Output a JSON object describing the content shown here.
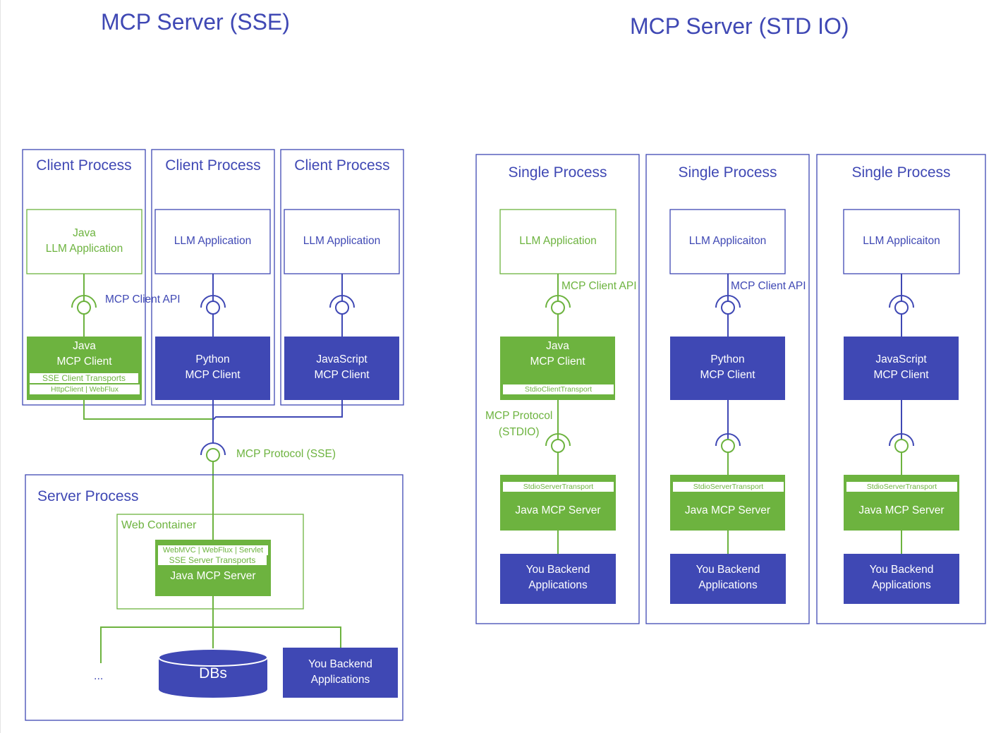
{
  "titles": {
    "sse": "MCP Server (SSE)",
    "stdio": "MCP Server (STD IO)"
  },
  "sse": {
    "client_process_label": "Client Process",
    "clients": [
      {
        "app": [
          "Java",
          "LLM Application"
        ],
        "client": [
          "Java",
          "MCP Client"
        ],
        "transport": "SSE Client Transports",
        "transport_impl": "HttpClient | WebFlux"
      },
      {
        "app": [
          "LLM Application"
        ],
        "client": [
          "Python",
          "MCP Client"
        ]
      },
      {
        "app": [
          "LLM Application"
        ],
        "client": [
          "JavaScript",
          "MCP Client"
        ]
      }
    ],
    "client_api_label": "MCP Client API",
    "protocol_label": "MCP Protocol (SSE)",
    "server_process_label": "Server Process",
    "web_container_label": "Web Container",
    "server_impls": "WebMVC | WebFlux | Servlet",
    "server_transport": "SSE Server Transports",
    "server_label": "Java MCP Server",
    "ellipsis": "...",
    "db_label": "DBs",
    "backend": [
      "You Backend",
      "Applications"
    ]
  },
  "stdio": {
    "single_process_label": "Single Process",
    "columns": [
      {
        "app": "LLM Application",
        "client": [
          "Java",
          "MCP Client"
        ],
        "client_transport": "StdioClientTransport"
      },
      {
        "app": "LLM Applicaiton",
        "client": [
          "Python",
          "MCP Client"
        ]
      },
      {
        "app": "LLM Applicaiton",
        "client": [
          "JavaScript",
          "MCP Client"
        ]
      }
    ],
    "client_api_label": "MCP Client API",
    "protocol_label": [
      "MCP Protocol",
      "(STDIO)"
    ],
    "server_transport": "StdioServerTransport",
    "server_label": "Java MCP Server",
    "backend": [
      "You Backend",
      "Applications"
    ]
  },
  "colors": {
    "blue": "#3f48b4",
    "green": "#6db33f",
    "white": "#ffffff"
  }
}
